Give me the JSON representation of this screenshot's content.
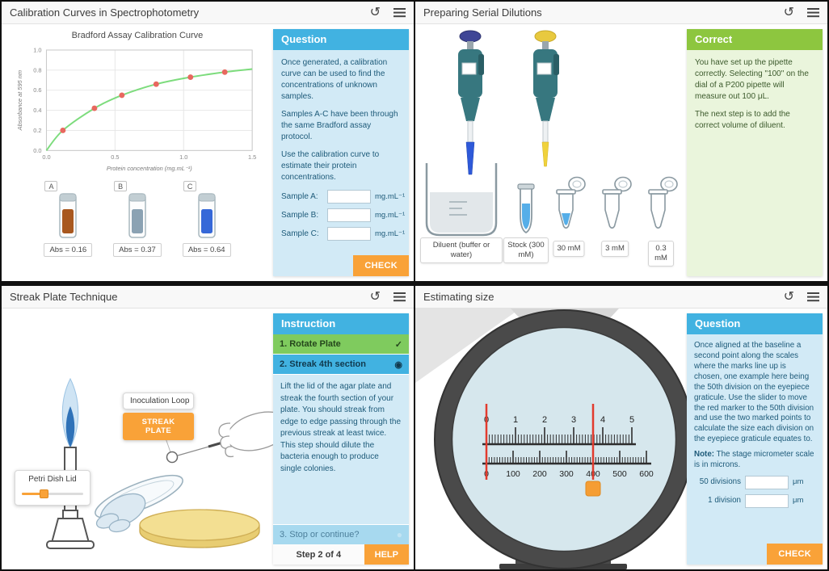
{
  "colors": {
    "accent_blue": "#41b2e1",
    "accent_green": "#8dc63f",
    "accent_orange": "#f9a238",
    "step_done_green": "#7fcb5e",
    "panel_blue_bg": "#d2eaf6",
    "panel_green_bg": "#eaf5dc",
    "marker_red": "#e23b2e"
  },
  "icons": {
    "refresh": "↺",
    "check": "✓",
    "radio_active": "◉",
    "radio_pending": "●"
  },
  "chart_data": {
    "type": "line+scatter",
    "title": "Bradford Assay Calibration Curve",
    "xlabel": "Protein concentration (mg.mL⁻¹)",
    "ylabel": "Absorbance at 595 nm",
    "xlim": [
      0,
      1.5
    ],
    "ylim": [
      0,
      1.0
    ],
    "xticks": [
      0,
      0.5,
      1.0,
      1.5
    ],
    "yticks": [
      0,
      0.2,
      0.4,
      0.6,
      0.8,
      1.0
    ],
    "grid": true,
    "legend": "none",
    "curve_color": "#7ddc7d",
    "point_color": "#e8685f",
    "curve": [
      [
        0,
        0
      ],
      [
        0.12,
        0.2
      ],
      [
        0.35,
        0.42
      ],
      [
        0.55,
        0.55
      ],
      [
        0.8,
        0.66
      ],
      [
        1.05,
        0.73
      ],
      [
        1.3,
        0.78
      ],
      [
        1.5,
        0.81
      ]
    ],
    "points": [
      [
        0.12,
        0.2
      ],
      [
        0.35,
        0.42
      ],
      [
        0.55,
        0.55
      ],
      [
        0.8,
        0.66
      ],
      [
        1.05,
        0.73
      ],
      [
        1.3,
        0.78
      ]
    ]
  },
  "panels": {
    "calibration": {
      "title": "Calibration Curves in Spectrophotometry",
      "samples": [
        {
          "letter": "A",
          "abs": "Abs = 0.16",
          "color": "#a8581f"
        },
        {
          "letter": "B",
          "abs": "Abs = 0.37",
          "color": "#8ba2b3"
        },
        {
          "letter": "C",
          "abs": "Abs = 0.64",
          "color": "#3668d8"
        }
      ],
      "question": {
        "header": "Question",
        "p1": "Once generated, a calibration curve can be used to find the concentrations of unknown samples.",
        "p2": "Samples A-C have been through the same Bradford assay protocol.",
        "p3": "Use the calibration curve to estimate their protein concentrations.",
        "rows": [
          {
            "label": "Sample A:",
            "unit": "mg.mL⁻¹",
            "value": ""
          },
          {
            "label": "Sample B:",
            "unit": "mg.mL⁻¹",
            "value": ""
          },
          {
            "label": "Sample C:",
            "unit": "mg.mL⁻¹",
            "value": ""
          }
        ],
        "check_label": "CHECK"
      }
    },
    "dilutions": {
      "title": "Preparing Serial Dilutions",
      "labels": [
        "Diluent (buffer or water)",
        "Stock (300 mM)",
        "30 mM",
        "3 mM",
        "0.3 mM"
      ],
      "feedback": {
        "header": "Correct",
        "p1": "You have set up the pipette correctly. Selecting \"100\" on the dial of a P200 pipette will measure out 100 μL.",
        "p2": "The next step is to add the correct volume of diluent."
      }
    },
    "streak": {
      "title": "Streak Plate Technique",
      "tooltips": {
        "loop_label": "Inoculation Loop",
        "streak_button": "STREAK PLATE",
        "lid_label": "Petri Dish Lid"
      },
      "instruction": {
        "header": "Instruction",
        "step1": "1. Rotate Plate",
        "step2": "2. Streak 4th section",
        "body": "Lift the lid of the agar plate and streak the fourth section of your plate. You should streak from edge to edge passing through the previous streak at least twice. This step should dilute the bacteria enough to produce single colonies.",
        "step3": "3. Stop or continue?",
        "progress": "Step 2 of 4",
        "help_label": "HELP"
      }
    },
    "estimating": {
      "title": "Estimating size",
      "scales": {
        "eyepiece": {
          "max": 5,
          "minor_per_major": 10,
          "labels": [
            "0",
            "1",
            "2",
            "3",
            "4",
            "5"
          ]
        },
        "stage": {
          "max": 600,
          "major_step": 100,
          "minor_step": 10,
          "labels": [
            "0",
            "100",
            "200",
            "300",
            "400",
            "500",
            "600"
          ]
        },
        "marker_positions": [
          0,
          400
        ]
      },
      "question": {
        "header": "Question",
        "p1": "Once aligned at the baseline a second point along the scales where the marks line up is chosen, one example here being the 50th division on the eyepiece graticule. Use the slider to move the red marker to the 50th division and use the two marked points to calculate the size each division on the eyepiece graticule equates to.",
        "note_label": "Note:",
        "note_text": "The stage micrometer scale is in microns.",
        "rows": [
          {
            "label": "50 divisions",
            "unit": "μm",
            "value": ""
          },
          {
            "label": "1 division",
            "unit": "μm",
            "value": ""
          }
        ],
        "check_label": "CHECK"
      }
    }
  }
}
